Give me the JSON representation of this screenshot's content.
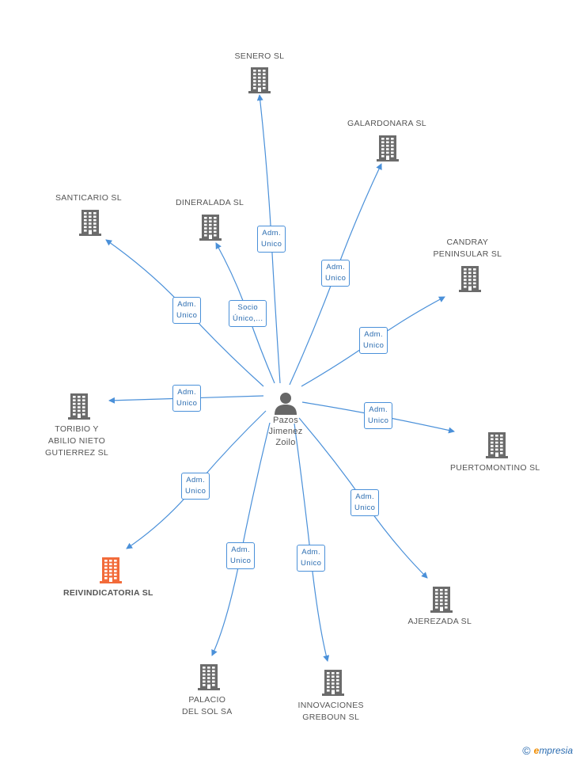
{
  "person": {
    "name_lines": [
      "Pazos",
      "Jimenez",
      "Zoilo"
    ]
  },
  "companies": [
    {
      "id": "senero",
      "lines": [
        "SENERO SL"
      ],
      "highlight": false
    },
    {
      "id": "galardonara",
      "lines": [
        "GALARDONARA SL"
      ],
      "highlight": false
    },
    {
      "id": "santicario",
      "lines": [
        "SANTICARIO SL"
      ],
      "highlight": false
    },
    {
      "id": "dineralada",
      "lines": [
        "DINERALADA SL"
      ],
      "highlight": false
    },
    {
      "id": "candray",
      "lines": [
        "CANDRAY",
        "PENINSULAR SL"
      ],
      "highlight": false
    },
    {
      "id": "toribio",
      "lines": [
        "TORIBIO Y",
        "ABILIO NIETO",
        "GUTIERREZ SL"
      ],
      "highlight": false
    },
    {
      "id": "puertomontino",
      "lines": [
        "PUERTOMONTINO SL"
      ],
      "highlight": false
    },
    {
      "id": "reivindicatoria",
      "lines": [
        "REIVINDICATORIA SL"
      ],
      "highlight": true
    },
    {
      "id": "ajerezada",
      "lines": [
        "AJEREZADA SL"
      ],
      "highlight": false
    },
    {
      "id": "palacio",
      "lines": [
        "PALACIO",
        "DEL SOL SA"
      ],
      "highlight": false
    },
    {
      "id": "innovaciones",
      "lines": [
        "INNOVACIONES",
        "GREBOUN SL"
      ],
      "highlight": false
    }
  ],
  "relations": [
    {
      "target": "senero",
      "label": [
        "Adm.",
        "Unico"
      ]
    },
    {
      "target": "galardonara",
      "label": [
        "Adm.",
        "Unico"
      ]
    },
    {
      "target": "santicario",
      "label": [
        "Adm.",
        "Unico"
      ]
    },
    {
      "target": "dineralada",
      "label": [
        "Socio",
        "Único,..."
      ]
    },
    {
      "target": "candray",
      "label": [
        "Adm.",
        "Unico"
      ]
    },
    {
      "target": "toribio",
      "label": [
        "Adm.",
        "Unico"
      ]
    },
    {
      "target": "puertomontino",
      "label": [
        "Adm.",
        "Unico"
      ]
    },
    {
      "target": "reivindicatoria",
      "label": [
        "Adm.",
        "Unico"
      ]
    },
    {
      "target": "ajerezada",
      "label": [
        "Adm.",
        "Unico"
      ]
    },
    {
      "target": "palacio",
      "label": [
        "Adm.",
        "Unico"
      ]
    },
    {
      "target": "innovaciones",
      "label": [
        "Adm.",
        "Unico"
      ]
    }
  ],
  "colors": {
    "edge": "#4a90d9",
    "building": "#6b6b6b",
    "highlight": "#f26b3a",
    "person": "#666666"
  },
  "footer": {
    "copyright": "©",
    "brand_initial": "e",
    "brand_rest": "mpresia"
  }
}
